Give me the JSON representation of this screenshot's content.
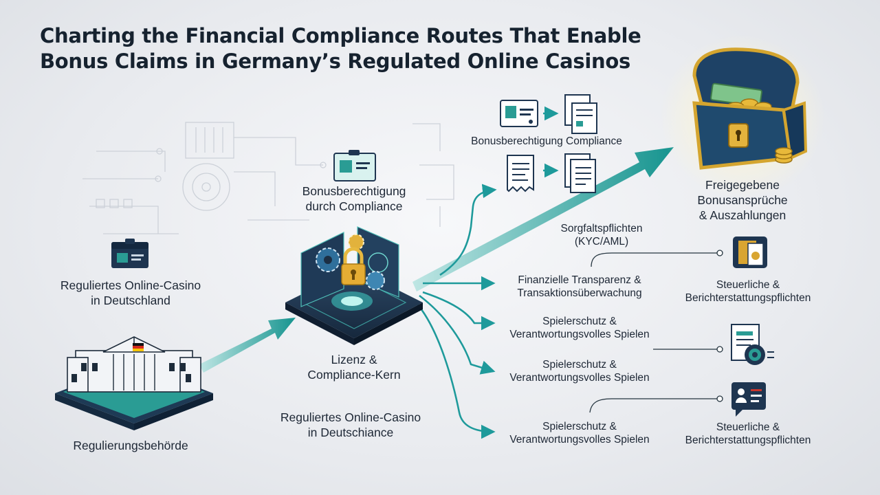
{
  "title": {
    "line1": "Charting the Financial Compliance Routes That Enable",
    "line2": "Bonus Claims in Germany’s Regulated Online Casinos"
  },
  "nodes": {
    "authority": {
      "label": "Regulierungsbehörde"
    },
    "casino_top": {
      "line1": "Reguliertes Online-Casino",
      "line2": "in Deutschland"
    },
    "casino_bottom": {
      "line1": "Reguliertes Online-Casino",
      "line2": "in Deutschiance"
    },
    "core": {
      "line1": "Lizenz &",
      "line2": "Compliance-Kern"
    },
    "eligibility_center": {
      "line1": "Bonusberechtigung",
      "line2": "durch Compliance"
    },
    "eligibility_top": {
      "label": "Bonusberechtigung Compliance"
    },
    "kyc": {
      "line1": "Sorgfaltspflichten",
      "line2": "(KYC/AML)"
    },
    "transparency": {
      "line1": "Finanzielle Transparenz &",
      "line2": "Transaktionsüberwachung"
    },
    "player_1": {
      "line1": "Spielerschutz &",
      "line2": "Verantwortungsvolles Spielen"
    },
    "player_2": {
      "line1": "Spielerschutz &",
      "line2": "Verantwortungsvolles Spielen"
    },
    "player_3": {
      "line1": "Spielerschutz &",
      "line2": "Verantwortungsvolles Spielen"
    },
    "tax_1": {
      "line1": "Steuerliche &",
      "line2": "Berichterstattungspflichten"
    },
    "tax_2": {
      "line1": "Steuerliche &",
      "line2": "Berichterstattungspflichten"
    },
    "payout": {
      "line1": "Freigegebene",
      "line2": "Bonusansprüche",
      "line3": "& Auszahlungen"
    }
  },
  "icons": [
    "building-icon",
    "german-flag-icon",
    "id-card-icon",
    "lock-icon",
    "gear-icon",
    "document-icon",
    "receipt-icon",
    "coin-icon",
    "treasure-chest-icon",
    "profile-card-icon"
  ],
  "colors": {
    "teal": "#1e9a9b",
    "navy": "#1e3550",
    "gold": "#d9a531"
  }
}
